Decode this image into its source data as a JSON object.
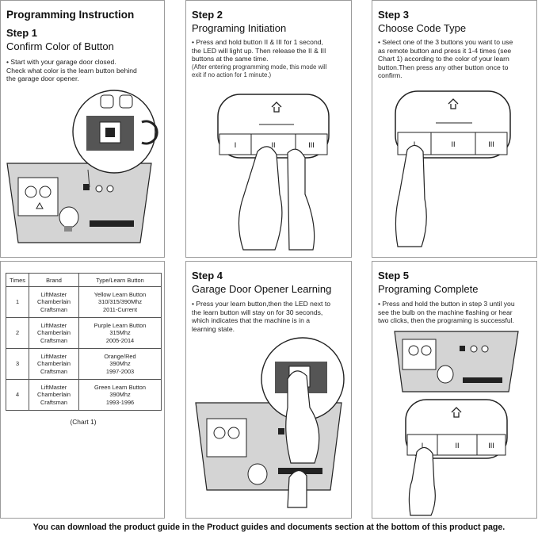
{
  "panel1": {
    "heading": "Programming Instruction",
    "step": "Step 1",
    "title": "Confirm Color of Button",
    "text": [
      "• Start with your garage door closed.",
      "  Check what color is the learn button behind",
      "  the garage door opener."
    ]
  },
  "panel2": {
    "step": "Step 2",
    "title": "Programing Initiation",
    "text": [
      "• Press and hold button II & III for 1 second,",
      "  the LED will light up. Then release the II & III",
      "  buttons at the same time."
    ],
    "note": [
      "  (After entering programming mode, this mode will",
      "  exit if no action for 1 minute.)"
    ]
  },
  "panel3": {
    "step": "Step 3",
    "title": "Choose Code Type",
    "text": [
      "• Select one of the 3 buttons you want to use",
      "  as remote button and press it 1-4 times (see",
      "  Chart 1) according to the color of your learn",
      "  button.Then press any other button once to",
      "  confirm."
    ]
  },
  "chart": {
    "headers": [
      "Times",
      "Brand",
      "Type/Learn Button"
    ],
    "rows": [
      {
        "times": "1",
        "brand": [
          "LiftMaster",
          "Chamberlain",
          "Craftsman"
        ],
        "type": [
          "Yellow Learn Button",
          "310/315/390Mhz",
          "2011-Current"
        ]
      },
      {
        "times": "2",
        "brand": [
          "LiftMaster",
          "Chamberlain",
          "Craftsman"
        ],
        "type": [
          "Purple Learn Button",
          "315Mhz",
          "2005-2014"
        ]
      },
      {
        "times": "3",
        "brand": [
          "LiftMaster",
          "Chamberlain",
          "Craftsman"
        ],
        "type": [
          "Orange/Red",
          "390Mhz",
          "1997-2003"
        ]
      },
      {
        "times": "4",
        "brand": [
          "LiftMaster",
          "Chamberlain",
          "Craftsman"
        ],
        "type": [
          "Green Learn Button",
          "390Mhz",
          "1993-1996"
        ]
      }
    ],
    "caption": "(Chart 1)"
  },
  "panel5": {
    "step": "Step 4",
    "title": "Garage Door Opener Learning",
    "text": [
      "• Press your learn button,then the LED next to",
      "  the learn button will stay on for 30 seconds,",
      "  which indicates that the machine is in a",
      "  learning state."
    ]
  },
  "panel6": {
    "step": "Step 5",
    "title": "Programing Complete",
    "text": [
      "• Press and hold the button in step 3 until you",
      "  see the bulb on the machine flashing or hear",
      "  two clicks, then the programing is successful."
    ]
  },
  "remote": {
    "btn1": "I",
    "btn2": "II",
    "btn3": "III"
  },
  "footer": "You can download the product guide in the Product guides and documents section at the bottom of this product page."
}
